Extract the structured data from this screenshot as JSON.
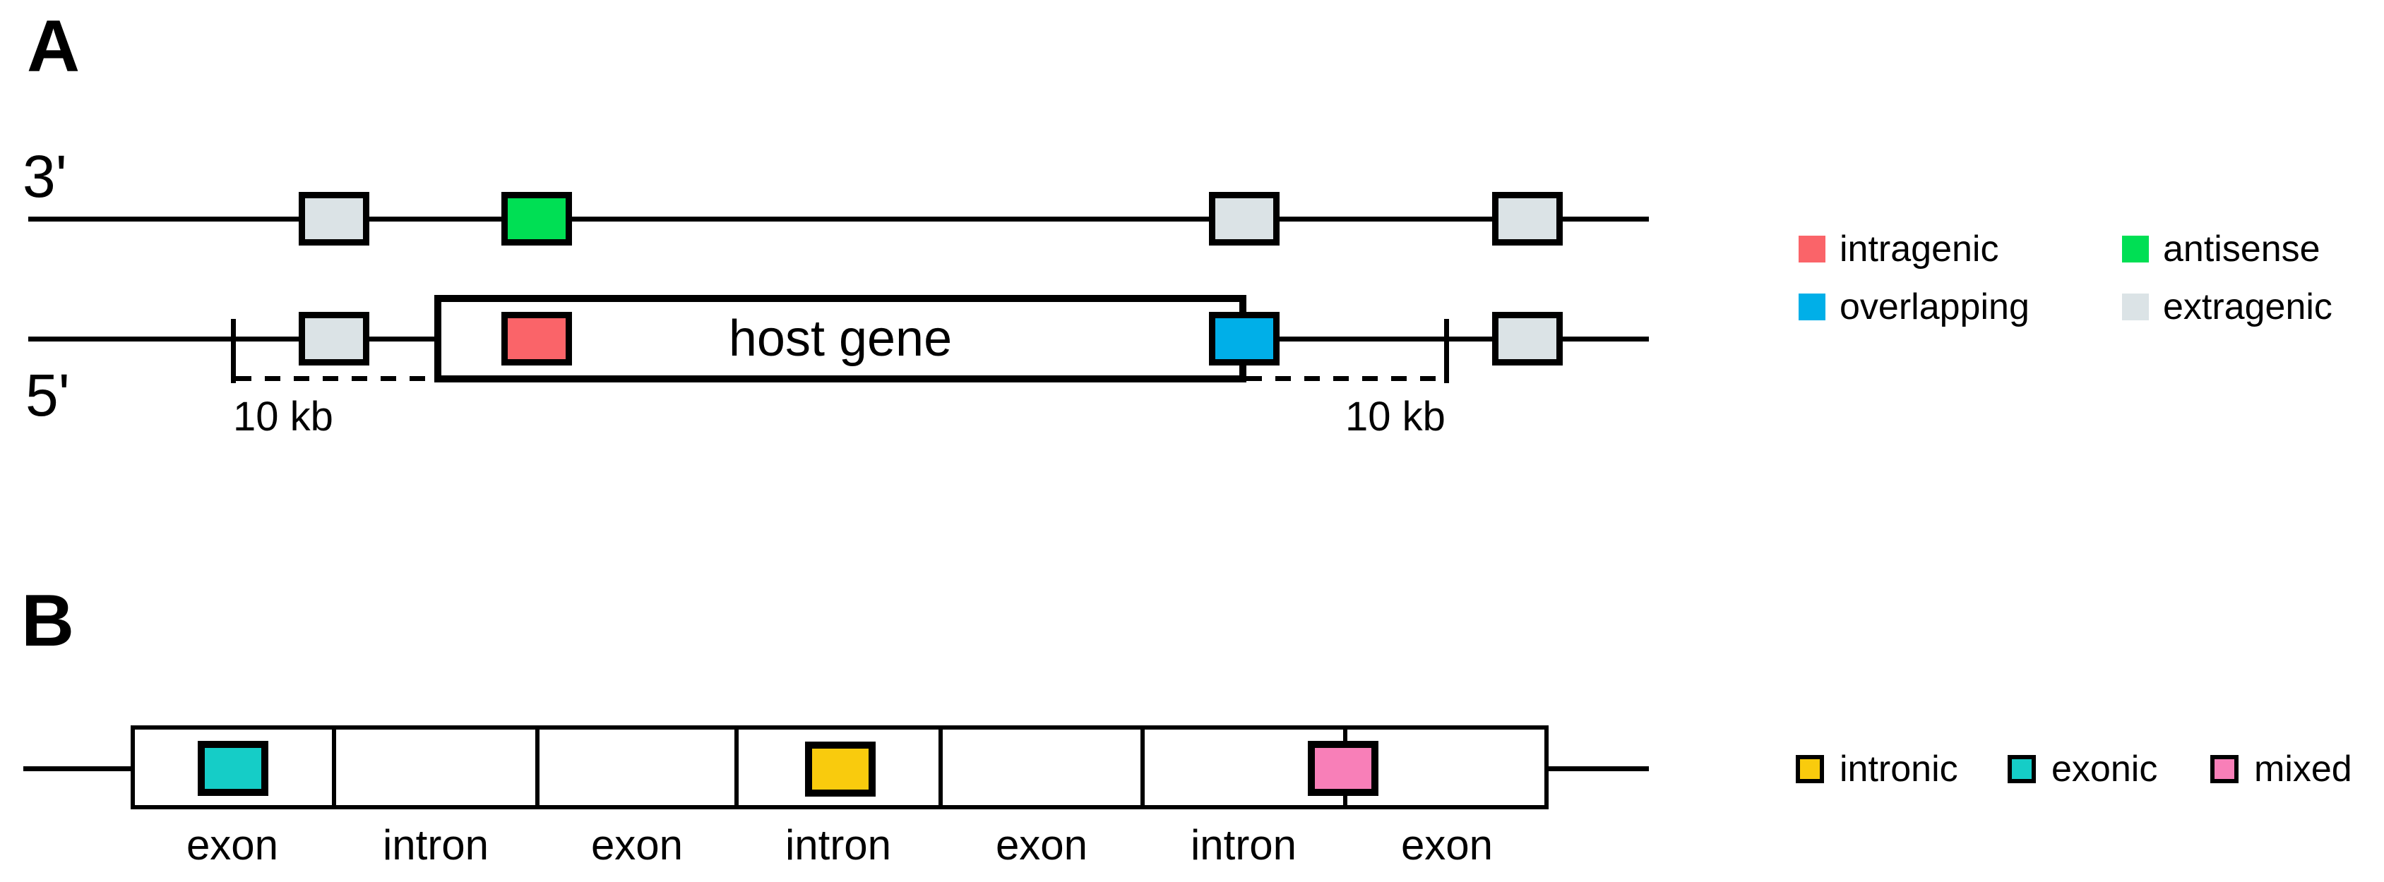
{
  "figure": {
    "panel_a": {
      "label": "A",
      "strand_top_label": "3'",
      "strand_bottom_label": "5'",
      "host_gene_label": "host gene",
      "scale_left_label": "10 kb",
      "scale_right_label": "10 kb",
      "legend": [
        {
          "label": "intragenic",
          "color": "#FA6469"
        },
        {
          "label": "antisense",
          "color": "#00DF54"
        },
        {
          "label": "overlapping",
          "color": "#00AFE8"
        },
        {
          "label": "extragenic",
          "color": "#DBE3E6"
        }
      ]
    },
    "panel_b": {
      "label": "B",
      "segment_labels": [
        "exon",
        "intron",
        "exon",
        "intron",
        "exon",
        "intron",
        "exon"
      ],
      "legend": [
        {
          "label": "intronic",
          "color": "#F9CB0D"
        },
        {
          "label": "exonic",
          "color": "#15CDC7"
        },
        {
          "label": "mixed",
          "color": "#F87FB8"
        }
      ]
    }
  }
}
